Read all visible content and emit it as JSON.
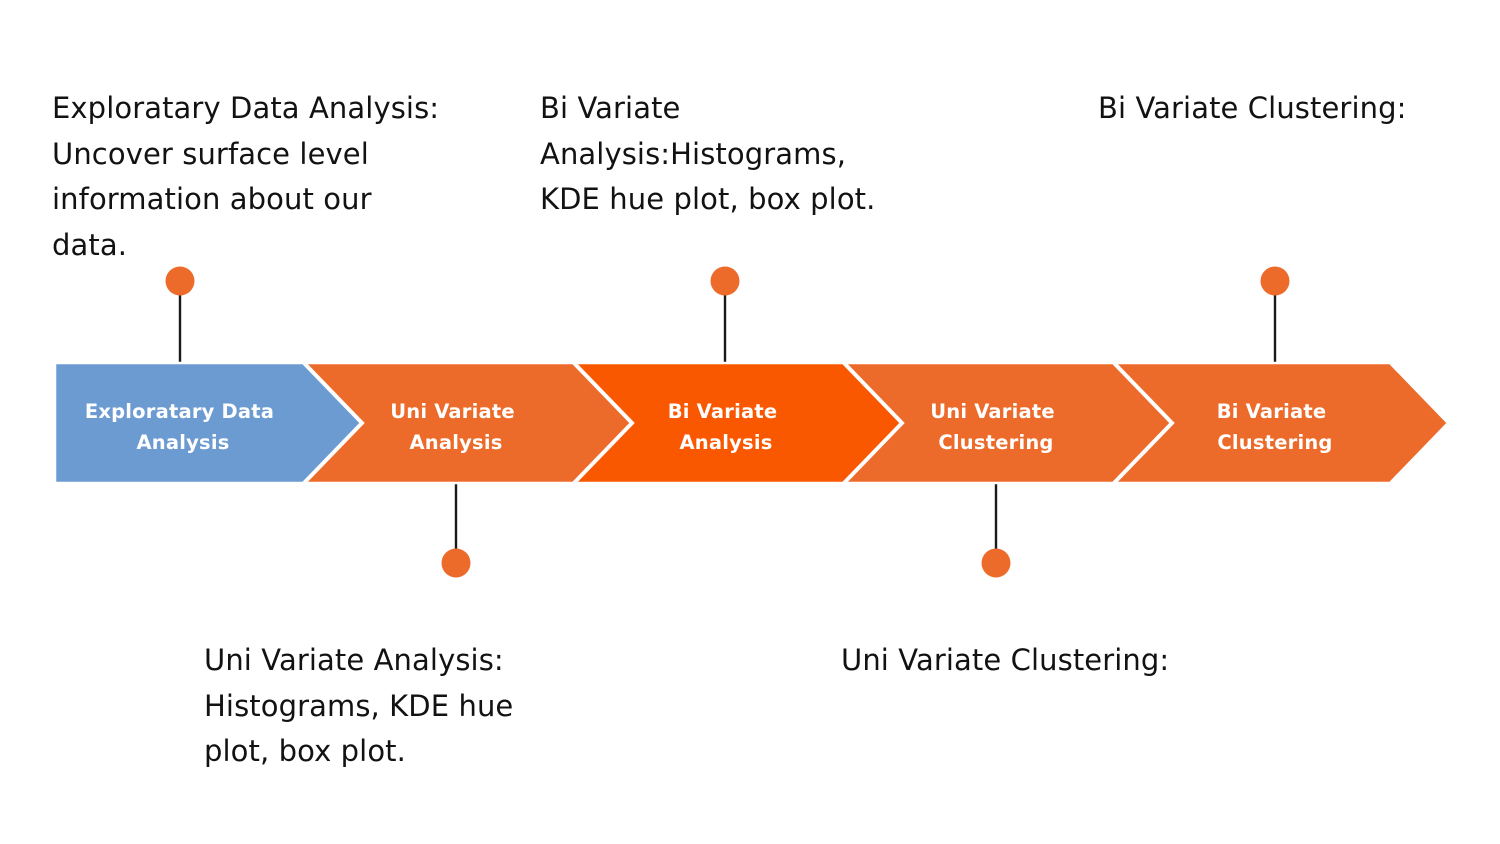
{
  "diagram": {
    "type": "chevron-process-flow",
    "title": "",
    "background_color": "#ffffff",
    "connector": {
      "dot_color": "#ED6B2A",
      "dot_radius": 14,
      "line_color": "#1A1A1A",
      "line_width": 2
    },
    "stages": [
      {
        "id": "stage-1",
        "label_line1": "Exploratary Data",
        "label_line2": "Analysis",
        "fill": "#6C9BD2",
        "text_color": "#ffffff"
      },
      {
        "id": "stage-2",
        "label_line1": "Uni Variate",
        "label_line2": "Analysis",
        "fill": "#ED6B2A",
        "text_color": "#ffffff"
      },
      {
        "id": "stage-3",
        "label_line1": "Bi Variate",
        "label_line2": "Analysis",
        "fill": "#FA5800",
        "text_color": "#ffffff"
      },
      {
        "id": "stage-4",
        "label_line1": "Uni Variate",
        "label_line2": "Clustering",
        "fill": "#ED6B2A",
        "text_color": "#ffffff"
      },
      {
        "id": "stage-5",
        "label_line1": "Bi Variate",
        "label_line2": "Clustering",
        "fill": "#ED6B2A",
        "text_color": "#ffffff"
      }
    ],
    "callouts": [
      {
        "id": "callout-1",
        "stage": "stage-1",
        "position": "above",
        "text": "Exploratary Data Analysis: Uncover surface level information about our data."
      },
      {
        "id": "callout-2",
        "stage": "stage-2",
        "position": "below",
        "text": "Uni Variate Analysis: Histograms, KDE hue plot, box plot."
      },
      {
        "id": "callout-3",
        "stage": "stage-3",
        "position": "above",
        "text": "Bi Variate Analysis:Histograms, KDE hue plot, box plot."
      },
      {
        "id": "callout-4",
        "stage": "stage-4",
        "position": "below",
        "text": "Uni Variate Clustering:"
      },
      {
        "id": "callout-5",
        "stage": "stage-5",
        "position": "above",
        "text": "Bi Variate Clustering:"
      }
    ]
  }
}
